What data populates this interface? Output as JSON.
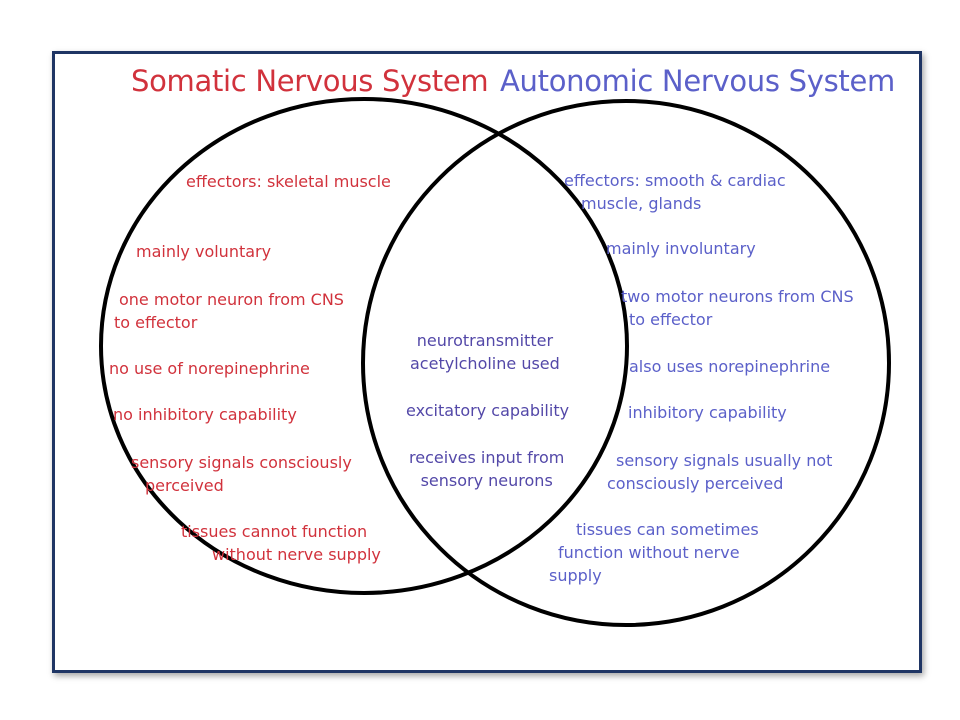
{
  "titles": {
    "somatic": "Somatic Nervous System",
    "autonomic": "Autonomic Nervous System"
  },
  "colors": {
    "somatic": "#d1323c",
    "autonomic": "#5b60c9",
    "shared": "#5348a8",
    "frame": "#1f3564"
  },
  "somatic_items": [
    [
      "effectors: skeletal muscle"
    ],
    [
      "mainly voluntary"
    ],
    [
      "one motor neuron from CNS",
      "to effector"
    ],
    [
      "no use of norepinephrine"
    ],
    [
      "no inhibitory capability"
    ],
    [
      "sensory signals consciously",
      "perceived"
    ],
    [
      "tissues cannot function",
      "without nerve supply"
    ]
  ],
  "shared_items": [
    [
      "neurotransmitter",
      "acetylcholine used"
    ],
    [
      "excitatory capability"
    ],
    [
      "receives input from",
      "sensory neurons"
    ]
  ],
  "autonomic_items": [
    [
      "effectors: smooth & cardiac",
      "muscle, glands"
    ],
    [
      "mainly involuntary"
    ],
    [
      "two motor neurons from CNS",
      "to effector"
    ],
    [
      "also uses norepinephrine"
    ],
    [
      "inhibitory capability"
    ],
    [
      "sensory signals usually not",
      "consciously perceived"
    ],
    [
      "tissues can sometimes",
      "function without nerve",
      "supply"
    ]
  ]
}
